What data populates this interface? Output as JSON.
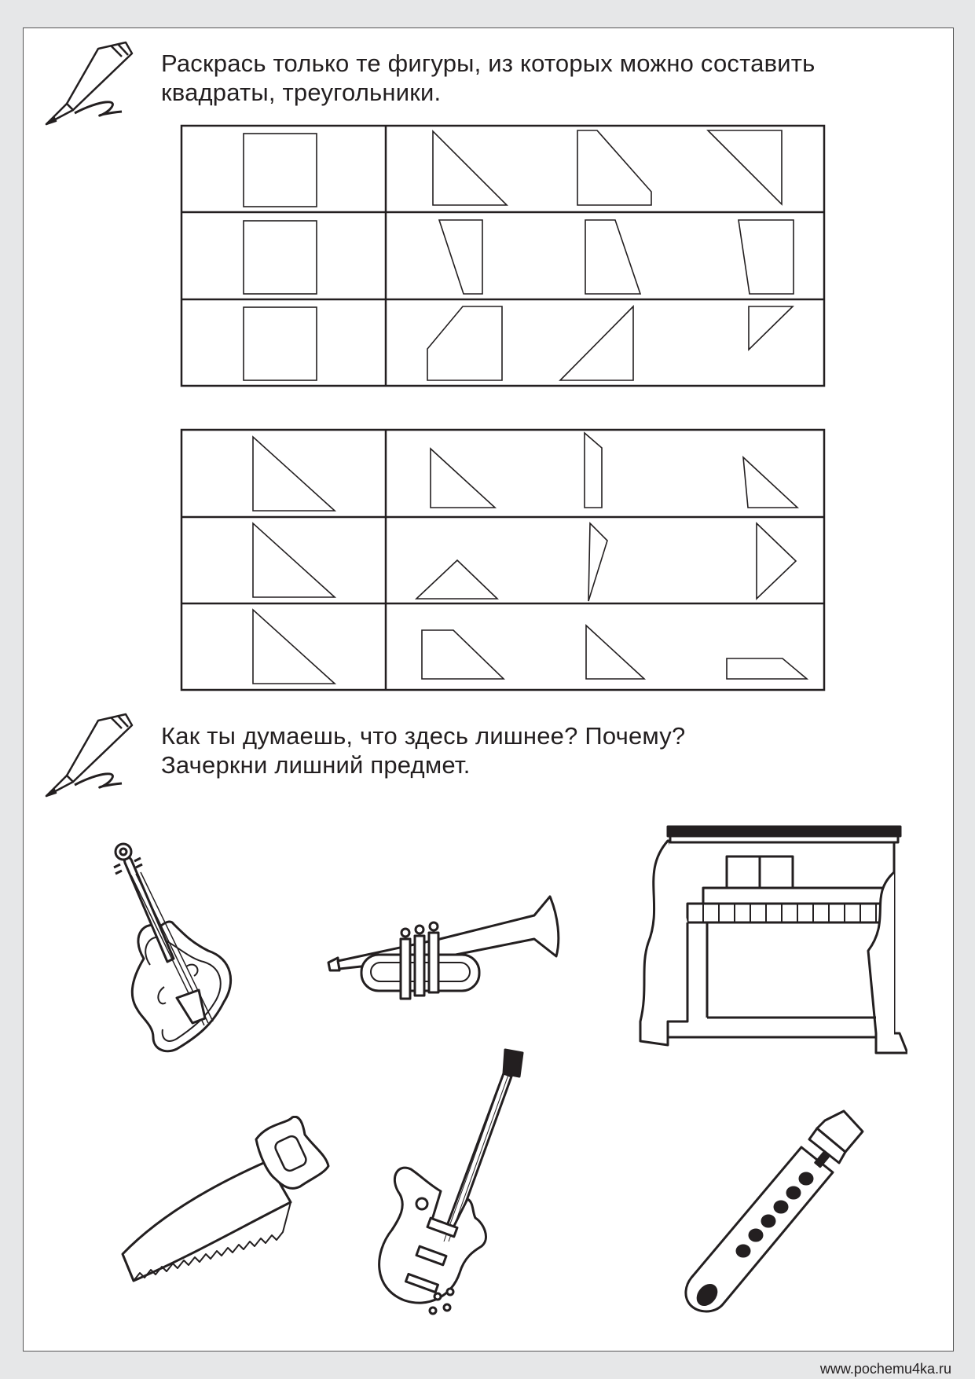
{
  "task1": {
    "line1": "Раскрась только те фигуры, из которых можно составить",
    "line2": "квадраты, треугольники."
  },
  "task2": {
    "line1": "Как ты думаешь, что здесь лишнее? Почему?",
    "line2": "Зачеркни лишний предмет."
  },
  "icons": {
    "pencil": "pencil-icon",
    "items": [
      "violin-icon",
      "trumpet-icon",
      "piano-icon",
      "saw-icon",
      "electric-guitar-icon",
      "flute-icon"
    ]
  },
  "footer": {
    "url": "www.pochemu4ka.ru"
  }
}
